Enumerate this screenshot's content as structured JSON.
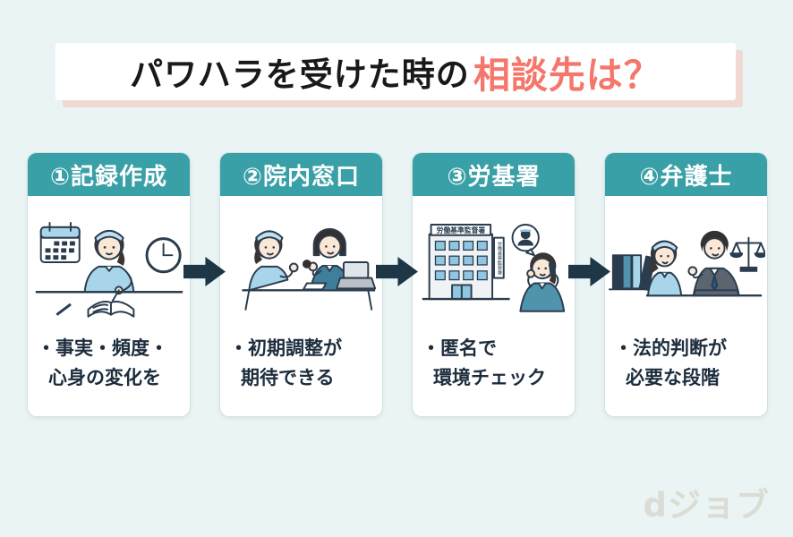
{
  "title": {
    "prefix": "パワハラを受けた時の",
    "highlight": "相談先は？"
  },
  "steps": [
    {
      "header": "①記録作成",
      "line1": "・事実・頻度・",
      "line2": "心身の変化を",
      "illustration": "nurse-writing-record-with-calendar-and-clock"
    },
    {
      "header": "②院内窓口",
      "line1": "・初期調整が",
      "line2": "期待できる",
      "illustration": "nurse-talking-with-hospital-consultation-staff"
    },
    {
      "header": "③労基署",
      "line1": "・匿名で",
      "line2": "環境チェック",
      "illustration": "labor-standards-office-building-anonymous-phone-call"
    },
    {
      "header": "④弁護士",
      "line1": "・法的判断が",
      "line2": "必要な段階",
      "illustration": "nurse-consulting-lawyer-with-scales-of-justice"
    }
  ],
  "labor_office_sign": "労働基準監督署",
  "logo": "dジョブ",
  "colors": {
    "background": "#eaf4f4",
    "header_teal": "#3aa0a7",
    "title_highlight": "#f5766b",
    "banner_shadow": "#f0d9d2",
    "arrow_navy": "#1e3747",
    "body_text_navy": "#1d2d3d",
    "logo_gray": "#dbdcd4"
  }
}
